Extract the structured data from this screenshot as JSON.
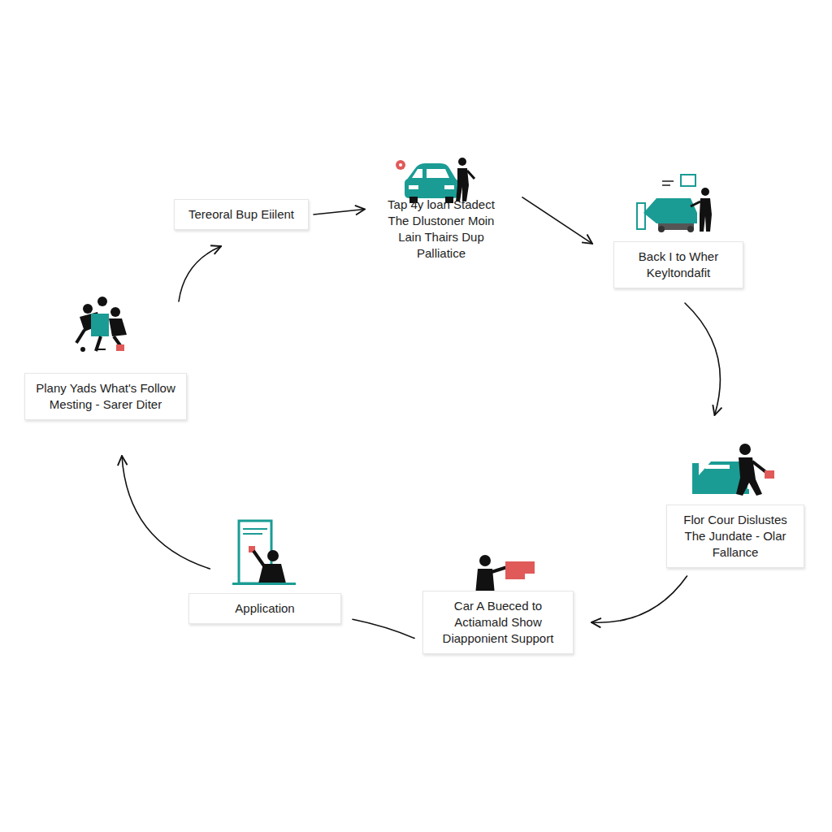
{
  "diagram": {
    "nodes": [
      {
        "text": [
          "Tereoral Bup Eiilent"
        ]
      },
      {
        "text": [
          "Tap 4y loan Stadect The Dlustoner Moin Lain Thairs Dup Palliatice"
        ]
      },
      {
        "text": [
          "Back I to Wher Keyltondafit"
        ]
      },
      {
        "text": [
          "Flor Cour Dislustes The Jundate - Olar Fallance"
        ]
      },
      {
        "text": [
          "Car A Bueced to Actiamald Show Diapponient Support"
        ]
      },
      {
        "text": [
          "Application"
        ]
      },
      {
        "text": [
          "Plany Yads What's Follow Mesting - Sarer Diter"
        ]
      }
    ],
    "edges": [
      {
        "from": 0,
        "to": 1,
        "arrow": "to"
      },
      {
        "from": 1,
        "to": 2,
        "arrow": "to"
      },
      {
        "from": 2,
        "to": 3,
        "arrow": "to"
      },
      {
        "from": 3,
        "to": 4,
        "arrow": "to"
      },
      {
        "from": 4,
        "to": 5,
        "arrow": "none"
      },
      {
        "from": 5,
        "to": 6,
        "arrow": "to"
      },
      {
        "from": 6,
        "to": 0,
        "arrow": "to"
      }
    ]
  }
}
